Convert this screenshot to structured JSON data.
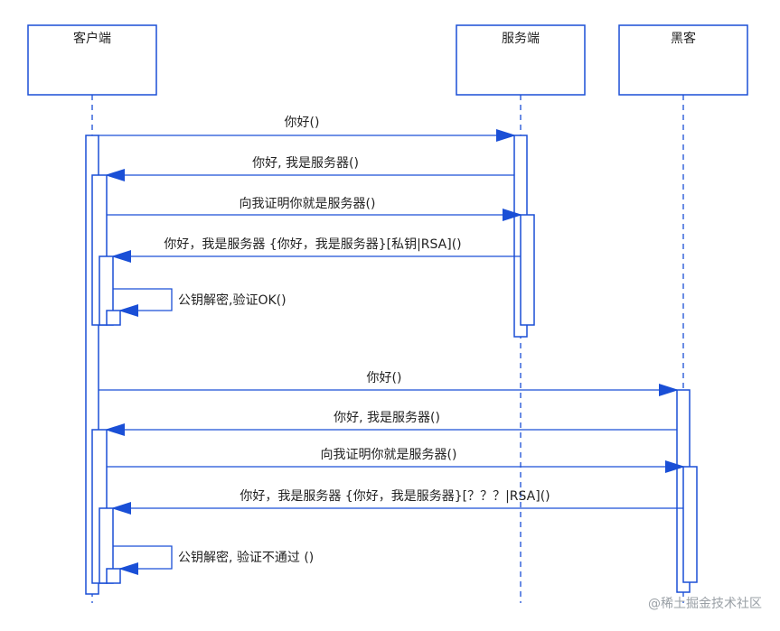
{
  "participants": [
    {
      "id": "client",
      "name": "客户端"
    },
    {
      "id": "server",
      "name": "服务端"
    },
    {
      "id": "hacker",
      "name": "黑客"
    }
  ],
  "messages": [
    {
      "id": "m1",
      "text": "你好()"
    },
    {
      "id": "m2",
      "text": "你好, 我是服务器()"
    },
    {
      "id": "m3",
      "text": "向我证明你就是服务器()"
    },
    {
      "id": "m4",
      "text": "你好，我是服务器 {你好，我是服务器}[私钥|RSA]()"
    },
    {
      "id": "m5",
      "text": "公钥解密,验证OK()"
    },
    {
      "id": "m6",
      "text": "你好()"
    },
    {
      "id": "m7",
      "text": "你好, 我是服务器()"
    },
    {
      "id": "m8",
      "text": "向我证明你就是服务器()"
    },
    {
      "id": "m9",
      "text": "你好，我是服务器 {你好，我是服务器}[？？？|RSA]()"
    },
    {
      "id": "m10",
      "text": "公钥解密, 验证不通过 ()"
    }
  ],
  "colors": {
    "line": "#1a4fd6",
    "arrow": "#1a4fd6",
    "text": "#222222",
    "watermark": "#9aa0a6"
  },
  "watermark": "@稀土掘金技术社区"
}
